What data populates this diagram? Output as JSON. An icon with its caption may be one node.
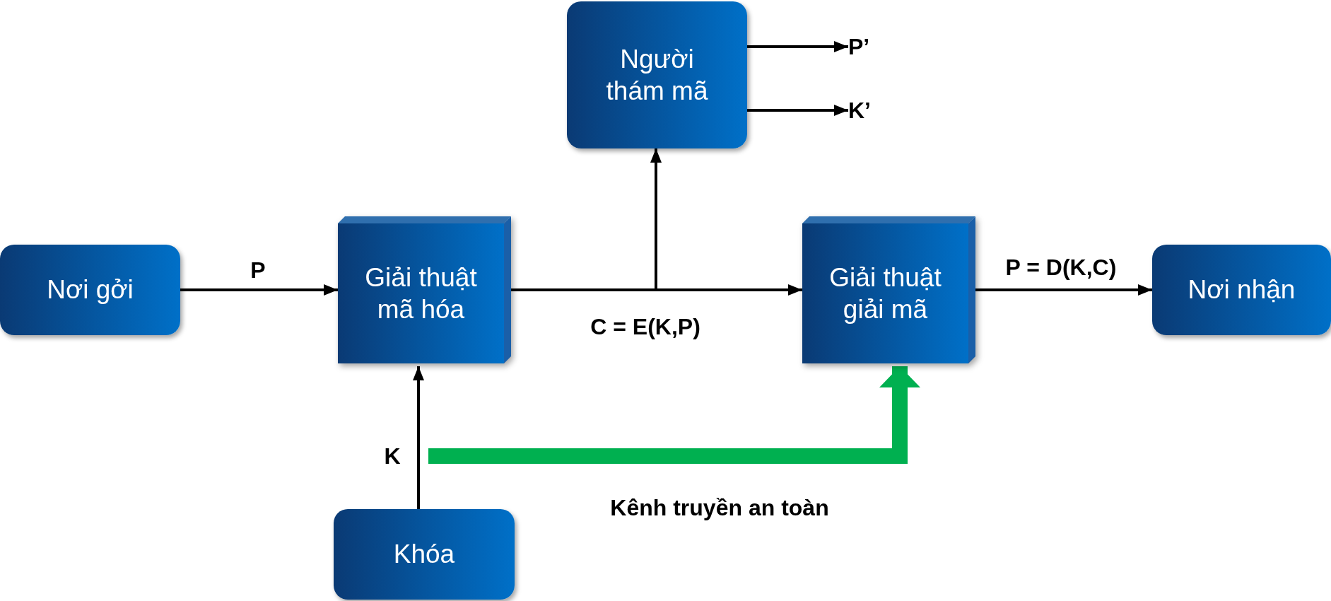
{
  "diagram": {
    "nodes": [
      {
        "text": [
          "Nơi gởi"
        ]
      },
      {
        "text": [
          "Giải thuật mã hóa"
        ]
      },
      {
        "text": [
          "Người thám mã"
        ]
      },
      {
        "text": [
          "Giải thuật giải mã"
        ]
      },
      {
        "text": [
          "Nơi nhận"
        ]
      },
      {
        "text": [
          "Khóa"
        ]
      },
      {
        "text": [
          "P’"
        ]
      },
      {
        "text": [
          "K’"
        ]
      }
    ],
    "edges": [
      {
        "from": 0,
        "to": 1,
        "arrow": "to",
        "label": "P"
      },
      {
        "from": 1,
        "to": 3,
        "arrow": "to",
        "label": "C = E(K,P)"
      },
      {
        "from": 1,
        "to": 2,
        "arrow": "to"
      },
      {
        "from": 3,
        "to": 4,
        "arrow": "to",
        "label": "P = D(K,C)"
      },
      {
        "from": 5,
        "to": 1,
        "arrow": "to",
        "label": "K"
      },
      {
        "from": 5,
        "to": 3,
        "arrow": "to",
        "label": "Kênh truyền an toàn",
        "style": "thick",
        "color": "#00b050"
      },
      {
        "from": 2,
        "to": 6,
        "arrow": "to"
      },
      {
        "from": 2,
        "to": 7,
        "arrow": "to"
      }
    ]
  }
}
